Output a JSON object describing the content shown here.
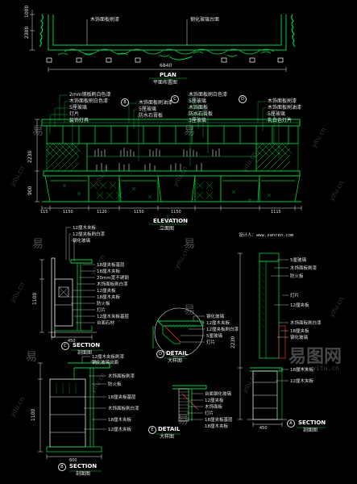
{
  "colors": {
    "background": "#000000",
    "structure": "#00d23c",
    "annotation": "#e6e6e6",
    "detail": "#ff3c3c"
  },
  "plan": {
    "title": "PLAN",
    "subtitle": "平面布置图",
    "dims_top": [
      "1000",
      "2300"
    ],
    "dim_bottom": "6840",
    "labels": [
      "木饰面板刷漆",
      "钢化玻璃台面"
    ]
  },
  "elevation": {
    "title": "ELEVATION",
    "subtitle": "立面图",
    "left_labels": [
      "2mm钢板刷白色漆",
      "木饰面板刷白色漆",
      "5厘玻璃",
      "灯片",
      "装饰灯具"
    ],
    "center_labels": [
      "木饰面板刷油漆",
      "5厘玻璃",
      "防水石膏板"
    ],
    "center_right_labels": [
      "木饰面板刷白色漆",
      "5厘玻璃",
      "木饰面板",
      "防水石膏板",
      "3厘玻璃"
    ],
    "right_labels": [
      "木饰面板刷漆",
      "木饰面板刷油漆",
      "5厘玻璃",
      "乳白色灯片"
    ],
    "dims_bottom": [
      "115",
      "1150",
      "1120",
      "1150",
      "1150",
      "1115"
    ],
    "height_dims": [
      "2230",
      "900"
    ],
    "markers": [
      "B",
      "C",
      "D"
    ]
  },
  "section_c": {
    "title": "SECTION",
    "subtitle": "剖面图",
    "marker": "C",
    "labels": [
      "12厘木夹板",
      "12厘夹板刷白漆",
      "钢化玻璃",
      "18厘夹板基层",
      "18厘木夹板",
      "20mm宽不锈钢",
      "木饰面板刷白漆",
      "12厘夹板",
      "18厘木夹板",
      "防火板",
      "灯片",
      "12厘木夹板基层",
      "台面石材"
    ],
    "dim_height": "1100",
    "dim_bottom": "450"
  },
  "detail_d": {
    "title": "DETAIL",
    "subtitle": "大样图",
    "marker": "D",
    "labels": [
      "钢化玻璃",
      "12厘木夹板",
      "12厘夹板刷白漆",
      "5厘玻璃",
      "灯片"
    ]
  },
  "section_b": {
    "title": "SECTION",
    "subtitle": "剖面图",
    "marker": "B",
    "labels": [
      "12厘木夹板刷漆",
      "钢化玻璃台面",
      "木饰面板刷漆",
      "防火板",
      "18厘夹板基层",
      "木饰面板刷白漆",
      "18厘木夹板",
      "12厘木夹板"
    ],
    "dim_height": "1100",
    "dim_bottom": "600"
  },
  "detail_e": {
    "title": "DETAIL",
    "subtitle": "大样图",
    "marker": "E",
    "labels": [
      "台面钢化玻璃",
      "12厘夹板",
      "木饰面板",
      "灯片",
      "18厘夹板基层",
      "18厘木夹板"
    ]
  },
  "section_a": {
    "title": "SECTION",
    "subtitle": "剖面图",
    "marker": "A",
    "labels": [
      "5厘玻璃",
      "木饰面板刷漆",
      "防火板",
      "灯片",
      "12厘夹板",
      "木饰面板刷白漆",
      "18厘夹板",
      "钢化玻璃",
      "18厘木夹板",
      "12厘木夹板"
    ],
    "dim_height": "2230",
    "dim_bottom": "450"
  },
  "credit": "设计人：www.zanren.com",
  "watermarks": {
    "glyph": "易",
    "site": "yitu.cn",
    "logo": "易图网",
    "logo_url": "www.yitu.cn"
  }
}
